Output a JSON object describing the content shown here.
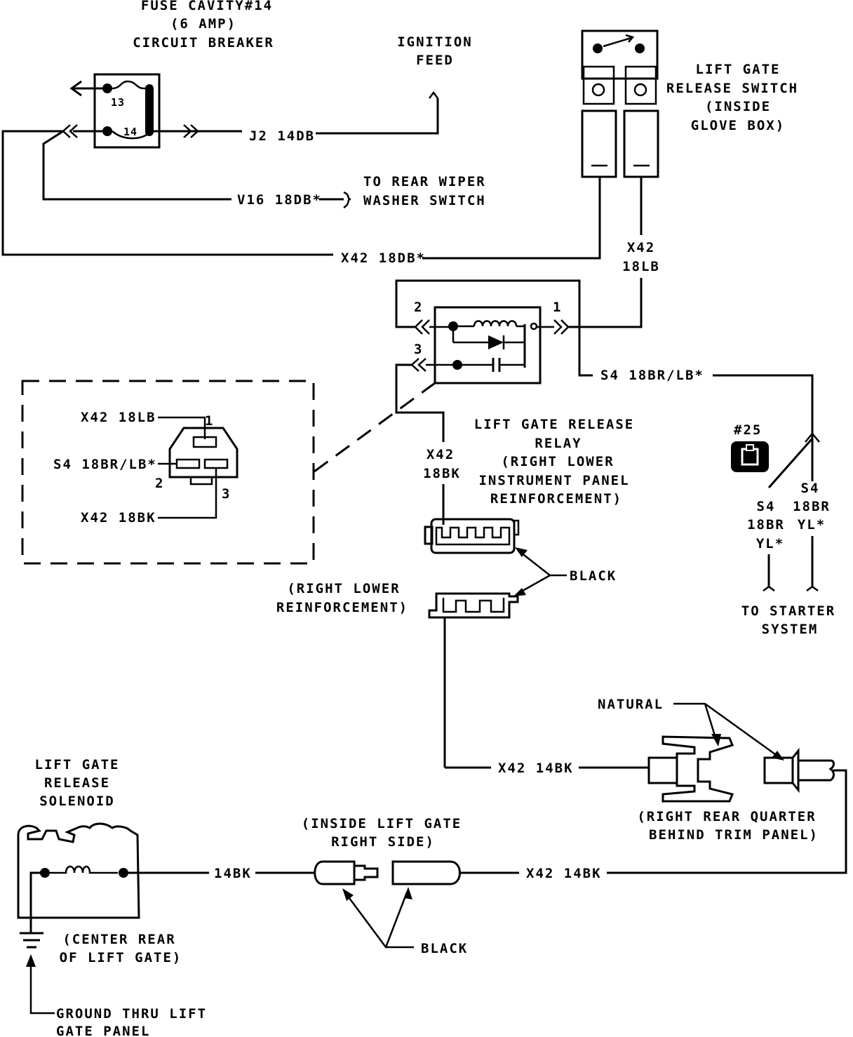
{
  "labels": {
    "fuse_title_1": "FUSE CAVITY#14",
    "fuse_title_2": "(6 AMP)",
    "fuse_title_3": "CIRCUIT BREAKER",
    "fuse_pin_13": "13",
    "fuse_pin_14": "14",
    "ignition_1": "IGNITION",
    "ignition_2": "FEED",
    "switch_1": "LIFT GATE",
    "switch_2": "RELEASE SWITCH",
    "switch_3": "(INSIDE",
    "switch_4": "GLOVE BOX)",
    "wire_j2": "J2 14DB",
    "wire_v16": "V16 18DB*",
    "rear_wiper_1": "TO REAR WIPER",
    "rear_wiper_2": "WASHER SWITCH",
    "wire_x42_18db": "X42 18DB*",
    "wire_x42_18lb_1": "X42",
    "wire_x42_18lb_2": "18LB",
    "relay_pin_1": "1",
    "relay_pin_2": "2",
    "relay_pin_3": "3",
    "wire_s4_top": "S4 18BR/LB*",
    "conn_x42_18lb": "X42 18LB",
    "conn_s4": "S4 18BR/LB*",
    "conn_x42_18bk": "X42 18BK",
    "conn_pin_1": "1",
    "conn_pin_2": "2",
    "conn_pin_3": "3",
    "x42_18bk_1": "X42",
    "x42_18bk_2": "18BK",
    "relay_title_1": "LIFT GATE RELEASE",
    "relay_title_2": "RELAY",
    "relay_title_3": "(RIGHT LOWER",
    "relay_title_4": "INSTRUMENT PANEL",
    "relay_title_5": "REINFORCEMENT)",
    "splice_25": "#25",
    "s4_left_1": "S4",
    "s4_left_2": "18BR",
    "s4_left_3": "YL*",
    "s4_right_1": "S4",
    "s4_right_2": "18BR",
    "s4_right_3": "YL*",
    "starter_1": "TO STARTER",
    "starter_2": "SYSTEM",
    "black_1": "BLACK",
    "right_lower_1": "(RIGHT LOWER",
    "right_lower_2": "REINFORCEMENT)",
    "natural": "NATURAL",
    "wire_x42_14bk_mid": "X42 14BK",
    "rear_quarter_1": "(RIGHT REAR QUARTER",
    "rear_quarter_2": "BEHIND TRIM PANEL)",
    "solenoid_1": "LIFT GATE",
    "solenoid_2": "RELEASE",
    "solenoid_3": "SOLENOID",
    "wire_14bk": "14BK",
    "inside_gate_1": "(INSIDE LIFT GATE",
    "inside_gate_2": "RIGHT SIDE)",
    "wire_x42_14bk_bottom": "X42 14BK",
    "black_2": "BLACK",
    "center_rear_1": "(CENTER REAR",
    "center_rear_2": "OF LIFT GATE)",
    "ground_1": "GROUND THRU LIFT",
    "ground_2": "GATE PANEL"
  },
  "colors": {
    "ink": "#000000",
    "paper": "#ffffff"
  }
}
